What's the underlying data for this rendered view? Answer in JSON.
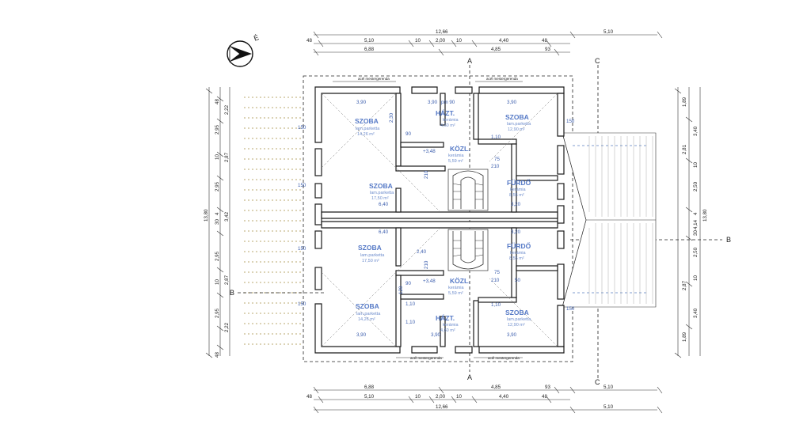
{
  "north": {
    "label": "É"
  },
  "sections": {
    "a": "A",
    "b": "B",
    "c": "C"
  },
  "top_dims": {
    "total": "12,66",
    "row1": [
      "48",
      "5,10",
      "10",
      "2,00",
      "10",
      "4,40",
      "48"
    ],
    "row2": [
      "6,88",
      "4,85",
      "93"
    ],
    "right": "5,10"
  },
  "bottom_dims": {
    "total": "12,66",
    "row1": [
      "48",
      "5,10",
      "10",
      "2,00",
      "10",
      "4,40",
      "48"
    ],
    "row2": [
      "6,88",
      "4,85",
      "93"
    ],
    "right": "5,10"
  },
  "left_dims": {
    "outer": "13,80",
    "inner": "3,42",
    "col1": [
      "48",
      "2,22",
      "2,95",
      "10",
      "2,87",
      "2,95",
      "30",
      "4",
      "2,95",
      "10",
      "2,87",
      "2,95",
      "2,22",
      "48"
    ]
  },
  "right_dims": {
    "outer": "13,80",
    "inner": "4,14",
    "col1": [
      "1,89",
      "3,40",
      "2,81",
      "10",
      "2,50",
      "30",
      "4",
      "2,50",
      "10",
      "2,87",
      "3,40",
      "1,89"
    ]
  },
  "notes": {
    "lintel": "acél mestergerenda"
  },
  "rooms": [
    {
      "name": "SZOBA",
      "floor": "lam.parketta",
      "area": "14,26 m²"
    },
    {
      "name": "HÁZT.",
      "floor": "kerámia",
      "area": "4,60 m²"
    },
    {
      "name": "SZOBA",
      "floor": "lam.parketta",
      "area": "12,90 m²"
    },
    {
      "name": "KÖZL.",
      "floor": "kerámia",
      "area": "5,59 m²"
    },
    {
      "name": "SZOBA",
      "floor": "lam.parketta",
      "area": "17,50 m²"
    },
    {
      "name": "FÜRDŐ",
      "floor": "kerámia",
      "area": "8,55 m²"
    },
    {
      "name": "SZOBA",
      "floor": "lam.parketta",
      "area": "17,50 m²"
    },
    {
      "name": "FÜRDŐ",
      "floor": "kerámia",
      "area": "8,55 m²"
    },
    {
      "name": "KÖZL.",
      "floor": "kerámia",
      "area": "5,59 m²"
    },
    {
      "name": "SZOBA",
      "floor": "lam.parketta",
      "area": "14,26 m²"
    },
    {
      "name": "HÁZT.",
      "floor": "kerámia",
      "area": "4,60 m²"
    },
    {
      "name": "SZOBA",
      "floor": "lam.parketta",
      "area": "12,90 m²"
    }
  ],
  "inner_dims": {
    "d390a": "3,90",
    "d390b": "3,90",
    "d390c": "3,90",
    "d390d": "3,90",
    "d390e": "3,90",
    "d390f": "3,90",
    "d640a": "6,40",
    "d640b": "6,40",
    "d320a": "3,20",
    "d320b": "3,20",
    "d230": "2,30",
    "d240": "2,40",
    "d110a": "1,10",
    "d110b": "1,10",
    "d110c": "1,10",
    "d110d": "1,10",
    "level1": "+3,48",
    "level2": "+3,48",
    "pm90": "pm 90",
    "d150": "150",
    "d210": "210",
    "d90": "90",
    "d75": "75",
    "d50": "50",
    "d120": "120"
  }
}
